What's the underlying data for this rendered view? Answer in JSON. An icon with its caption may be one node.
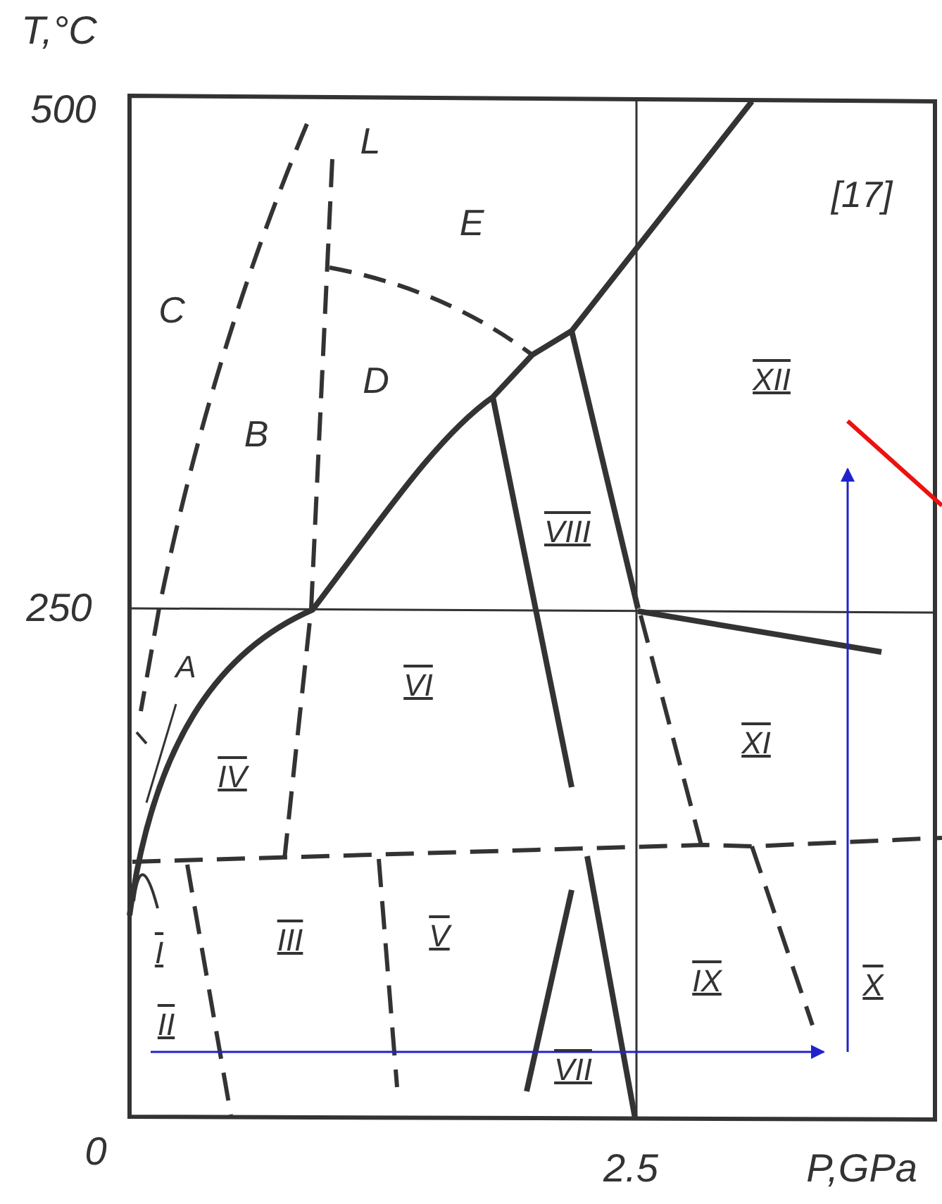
{
  "diagram": {
    "labels": [
      "T,°C",
      "500",
      "L",
      "E",
      "[17]",
      "C",
      "D",
      "XII",
      "B",
      "VIII",
      "250",
      "A",
      "VI",
      "XI",
      "IV",
      "I",
      "III",
      "V",
      "IX",
      "X",
      "II",
      "VII",
      "0",
      "2.5",
      "P,GPa"
    ]
  }
}
